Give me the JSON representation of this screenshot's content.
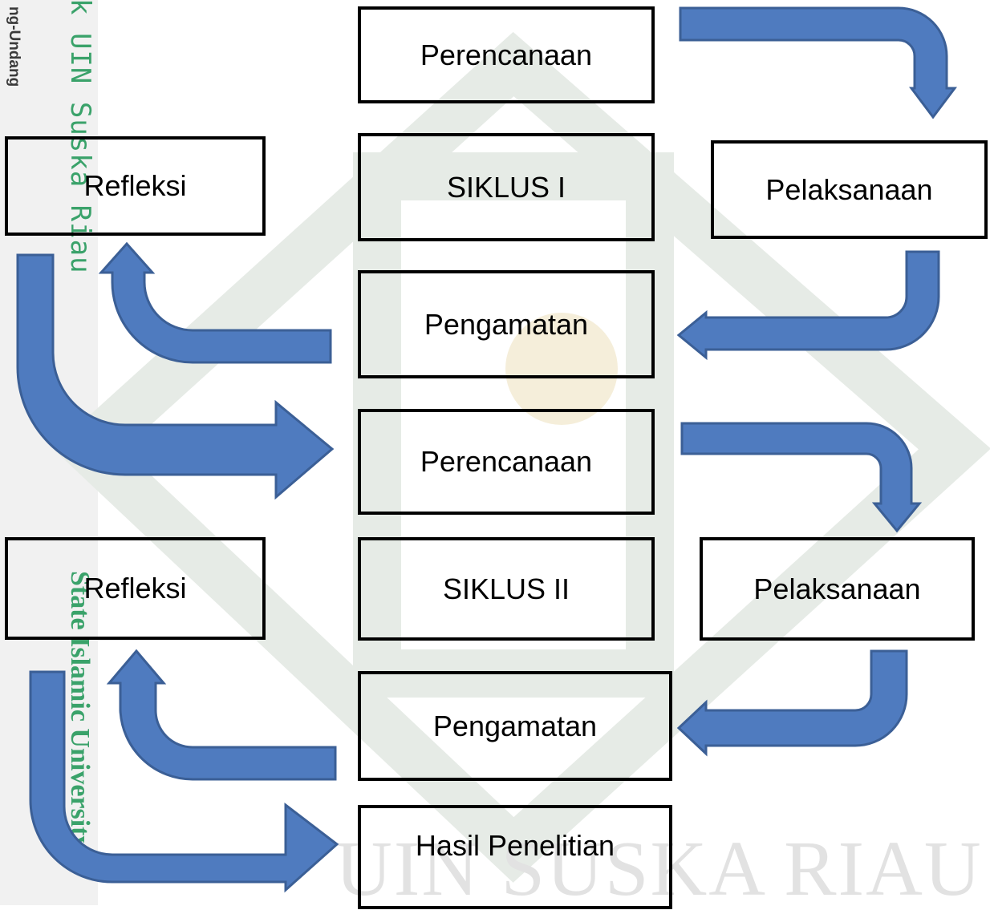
{
  "watermark": {
    "side_law_text": "ng-Undang",
    "side_hak_text": "k UIN Suska Riau",
    "side_state_text": "State Islamic University",
    "bottom_text": "UIN SUSKA RIAU"
  },
  "diagram": {
    "cycle1": {
      "planning": "Perencanaan",
      "center": "SIKLUS I",
      "action": "Pelaksanaan",
      "observation": "Pengamatan",
      "reflection": "Refleksi"
    },
    "cycle2": {
      "planning": "Perencanaan",
      "center": "SIKLUS II",
      "action": "Pelaksanaan",
      "observation": "Pengamatan",
      "reflection": "Refleksi"
    },
    "result": "Hasil Penelitian"
  },
  "colors": {
    "arrow_fill": "#4f7bbf",
    "arrow_stroke": "#3b5f96",
    "box_border": "#000000",
    "watermark_green": "#3aa26a",
    "watermark_gray": "#e2e2e2"
  }
}
